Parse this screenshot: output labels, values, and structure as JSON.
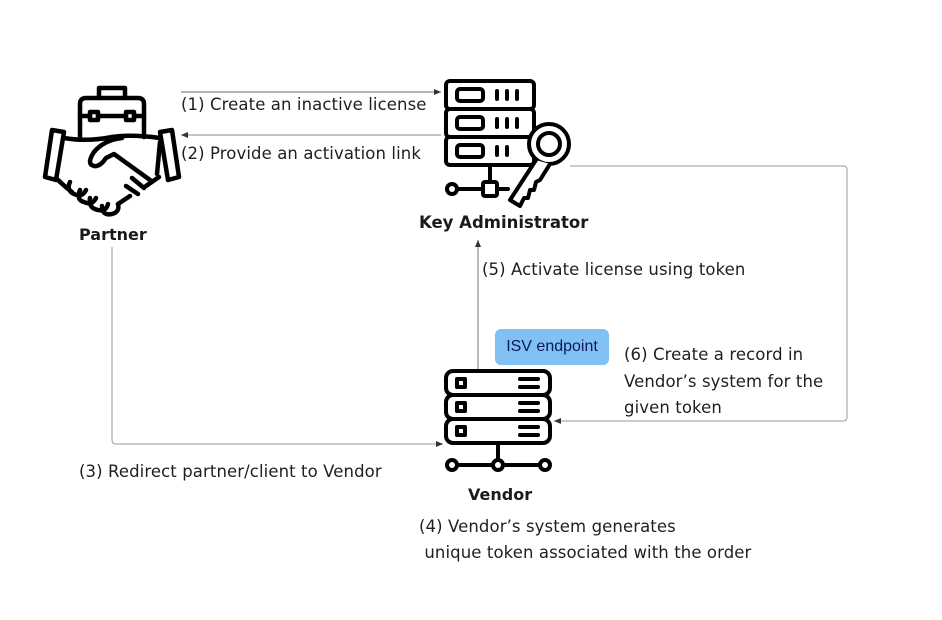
{
  "nodes": {
    "partner": {
      "label": "Partner",
      "icon": "handshake-briefcase-icon"
    },
    "key_admin": {
      "label": "Key Administrator",
      "icon": "server-key-icon"
    },
    "vendor": {
      "label": "Vendor",
      "icon": "server-network-icon"
    }
  },
  "badge": {
    "label": "ISV endpoint",
    "color": "#80c0f2"
  },
  "steps": {
    "s1": "(1) Create an inactive license",
    "s2": "(2) Provide an activation link",
    "s3": "(3) Redirect partner/client to Vendor",
    "s4_line1": "(4) Vendor’s system generates",
    "s4_line2": " unique token associated with the order",
    "s5": "(5) Activate license using token",
    "s6_line1": "(6) Create a record in",
    "s6_line2": "Vendor’s system for the",
    "s6_line3": "given token"
  },
  "edges": [
    {
      "from": "partner",
      "to": "key_admin",
      "step": "1"
    },
    {
      "from": "key_admin",
      "to": "partner",
      "step": "2"
    },
    {
      "from": "partner",
      "to": "vendor",
      "step": "3"
    },
    {
      "from": "vendor",
      "to": "key_admin",
      "step": "5"
    },
    {
      "from": "key_admin",
      "to": "vendor",
      "step": "6"
    }
  ]
}
